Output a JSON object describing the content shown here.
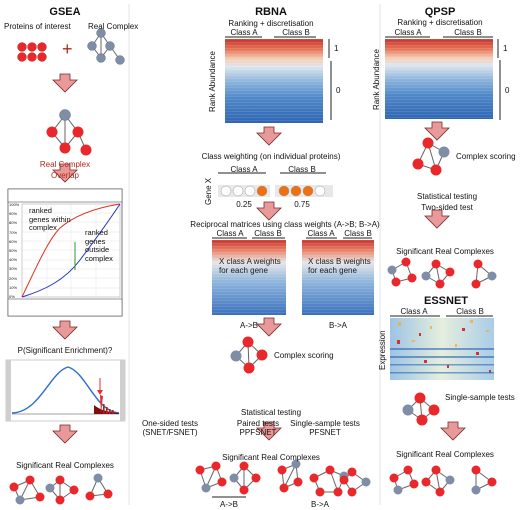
{
  "colors": {
    "arrow": "#e89a9a",
    "arrow_stroke": "#7a2a2a",
    "node_red": "#e8282a",
    "node_grey": "#7f8ea6",
    "edge": "#666666",
    "orange": "#f07010",
    "heat_high": "#c8332a",
    "heat_low": "#2f66b4",
    "curve_red": "#e03020",
    "curve_blue": "#2030d0",
    "bell": "#2a70c8"
  },
  "gsea": {
    "title": "GSEA",
    "proteins_label": "Proteins of interest",
    "real_complex_label": "Real Complex",
    "plus": "+",
    "overlap_label_1": "Real Complex",
    "overlap_label_2": "Overlap",
    "plot": {
      "y_ticks": [
        "100%",
        "90%",
        "80%",
        "70%",
        "60%",
        "50%",
        "40%",
        "30%",
        "20%",
        "10%",
        "0%"
      ],
      "label_within": "ranked\ngenes within\ncomplex",
      "label_outside": "ranked\ngenes\noutside\ncomplex"
    },
    "enrichment_label": "P(Significant Enrichment)?",
    "result_label": "Significant Real Complexes"
  },
  "rbna": {
    "title": "RBNA",
    "ranking_label": "Ranking + discretisation",
    "class_a": "Class A",
    "class_b": "Class B",
    "axis_label": "Rank Abundance",
    "level_1": "1",
    "level_0": "0",
    "weighting_label": "Class weighting (on individual proteins)",
    "gene_label": "Gene X",
    "weight_a": "0.25",
    "weight_b": "0.75",
    "reciprocal_label": "Reciprocal matrices using class weights (A->B; B->A)",
    "matrix_left_text": "X class A weights\nfor each gene",
    "matrix_right_text": "X class B weights\nfor each gene",
    "matrix_left_caption": "A->B",
    "matrix_right_caption": "B->A",
    "complex_scoring": "Complex scoring",
    "stat_testing": "Statistical testing",
    "test_one": "One-sided tests\n(SNET/FSNET)",
    "test_paired": "Paired tests\nPPFSNET",
    "test_single": "Single-sample tests\nPFSNET",
    "result_label": "Significant Real Complexes",
    "bottom_left": "A->B",
    "bottom_right": "B->A"
  },
  "qpsp": {
    "title": "QPSP",
    "ranking_label": "Ranking + discretisation",
    "class_a": "Class A",
    "class_b": "Class B",
    "axis_label": "Rank Abundance",
    "level_1": "1",
    "level_0": "0",
    "complex_scoring": "Complex scoring",
    "stat_testing": "Statistical testing",
    "two_sided": "Two-sided test",
    "result_label": "Significant Real Complexes"
  },
  "essnet": {
    "title": "ESSNET",
    "class_a": "Class A",
    "class_b": "Class B",
    "axis_label": "Expression",
    "single_sample": "Single-sample tests",
    "result_label": "Significant Real Complexes"
  }
}
